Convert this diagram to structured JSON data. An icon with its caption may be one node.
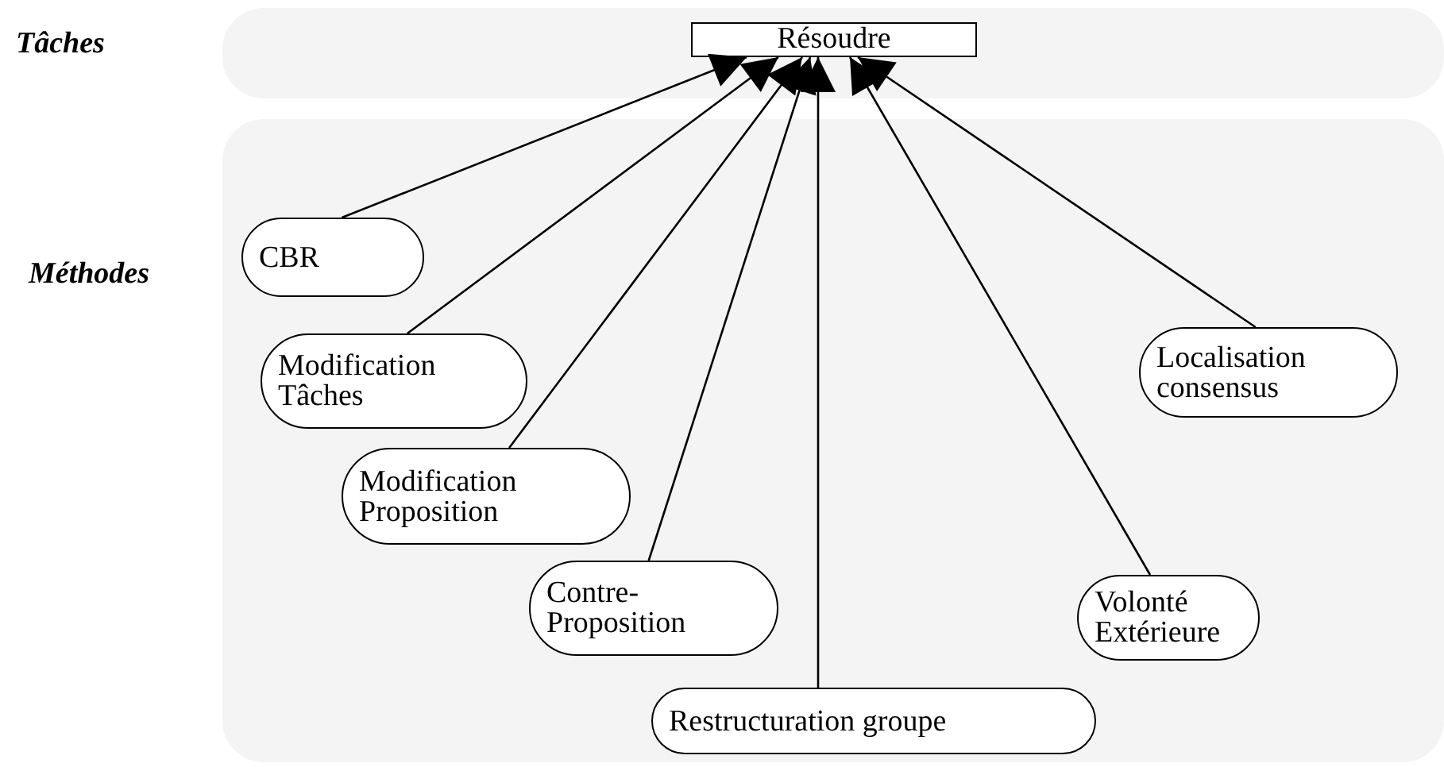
{
  "diagram": {
    "nodes": [
      {
        "text": [
          "Tâches"
        ]
      },
      {
        "text": [
          "Méthodes"
        ]
      },
      {
        "text": [
          "Résoudre"
        ],
        "in": 0
      },
      {
        "text": [
          "CBR"
        ],
        "in": 1
      },
      {
        "text": [
          "Modification Tâches"
        ],
        "in": 1
      },
      {
        "text": [
          "Modification Proposition"
        ],
        "in": 1
      },
      {
        "text": [
          "Contre- Proposition"
        ],
        "in": 1
      },
      {
        "text": [
          "Restructuration groupe"
        ],
        "in": 1
      },
      {
        "text": [
          "Volonté Extérieure"
        ],
        "in": 1
      },
      {
        "text": [
          "Localisation consensus"
        ],
        "in": 1
      }
    ],
    "edges": [
      {
        "from": 3,
        "to": 2,
        "arrow": "to"
      },
      {
        "from": 4,
        "to": 2,
        "arrow": "to"
      },
      {
        "from": 5,
        "to": 2,
        "arrow": "to"
      },
      {
        "from": 6,
        "to": 2,
        "arrow": "to"
      },
      {
        "from": 7,
        "to": 2,
        "arrow": "to"
      },
      {
        "from": 8,
        "to": 2,
        "arrow": "to"
      },
      {
        "from": 9,
        "to": 2,
        "arrow": "to"
      }
    ]
  }
}
